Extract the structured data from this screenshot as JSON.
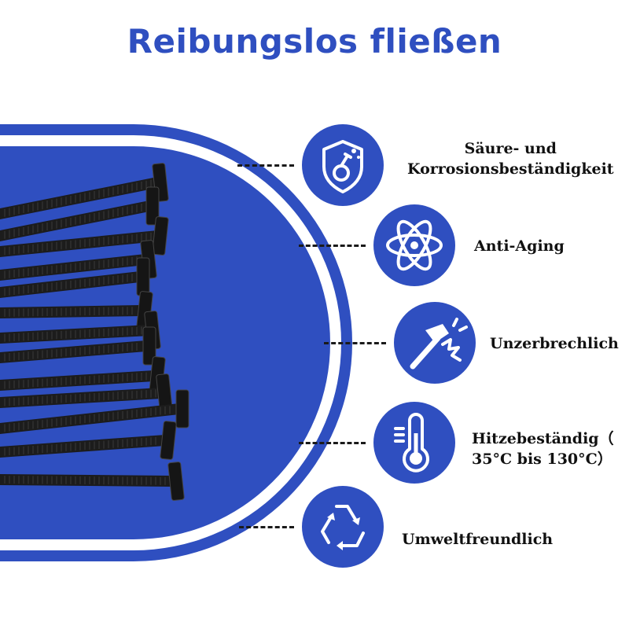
{
  "title": "Reibungslos fließen",
  "colors": {
    "brand_blue": "#2f4fc0",
    "tie_black": "#1c1c1c"
  },
  "product_image": {
    "subject": "black cable ties"
  },
  "features": [
    {
      "icon": "shield-flask-icon",
      "line1": "Säure- und",
      "line2": "Korrosionsbeständigkeit"
    },
    {
      "icon": "atom-icon",
      "line1": "Anti-Aging",
      "line2": ""
    },
    {
      "icon": "hammer-crack-icon",
      "line1": "Unzerbrechlich",
      "line2": ""
    },
    {
      "icon": "thermometer-icon",
      "line1": "Hitzebeständig（",
      "line2": "35°C bis 130°C）"
    },
    {
      "icon": "recycle-icon",
      "line1": "Umweltfreundlich",
      "line2": ""
    }
  ]
}
